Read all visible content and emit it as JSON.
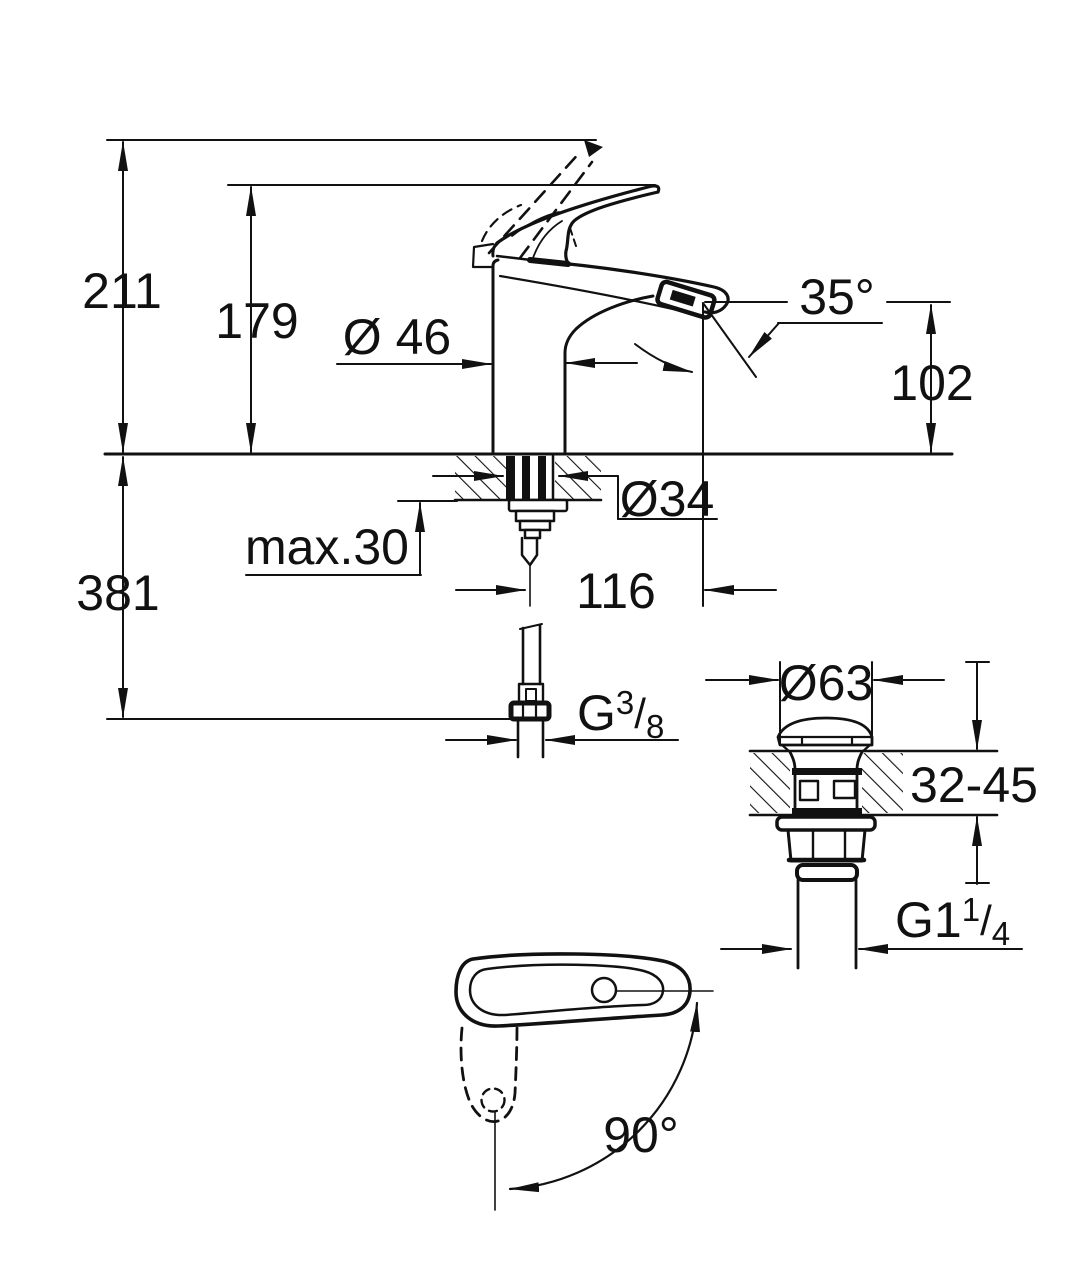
{
  "drawing_title": "single-lever-basin-mixer-dimensional-drawing",
  "colors": {
    "line": "#111111",
    "background": "#ffffff"
  },
  "views": {
    "side": {
      "labels": {
        "overall_height": "211",
        "lever_height": "179",
        "body_diameter": "Ø 46",
        "aerator_angle": "35°",
        "spout_height": "102",
        "shank_diameter": "Ø34",
        "max_deck_thickness": "max.30",
        "hose_length": "381",
        "spout_projection": "116",
        "supply_thread": {
          "prefix": "G",
          "sup": "3",
          "slash": "/",
          "sub": "8"
        }
      }
    },
    "waste": {
      "labels": {
        "cap_diameter": "Ø63",
        "deck_thickness_range": "32-45",
        "waste_thread": {
          "prefix": "G1",
          "sup": "1",
          "slash": "/",
          "sub": "4"
        }
      }
    },
    "handle_top": {
      "labels": {
        "swivel_angle": "90°"
      }
    }
  }
}
